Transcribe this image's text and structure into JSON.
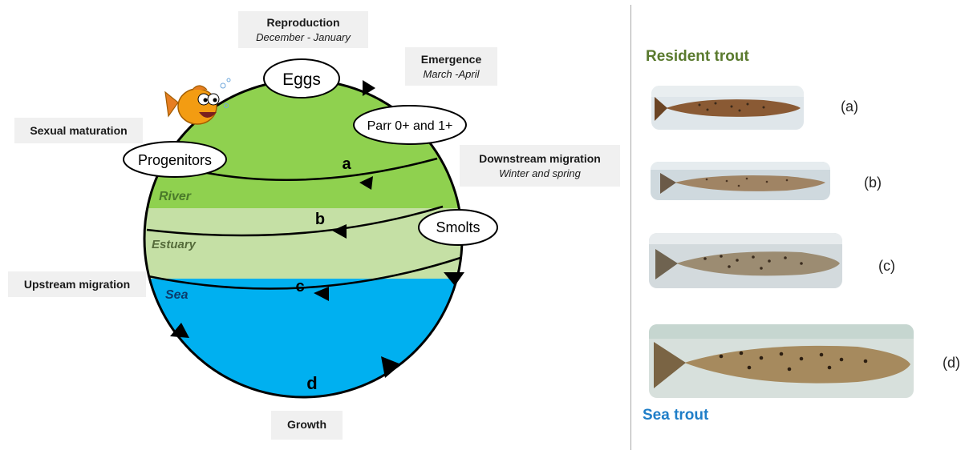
{
  "labels": {
    "reproduction": {
      "title": "Reproduction",
      "sub": "December - January"
    },
    "emergence": {
      "title": "Emergence",
      "sub": "March -April"
    },
    "sexual_maturation": {
      "title": "Sexual maturation"
    },
    "downstream": {
      "title": "Downstream migration",
      "sub": "Winter and spring"
    },
    "upstream": {
      "title": "Upstream migration"
    },
    "growth": {
      "title": "Growth"
    }
  },
  "stages": {
    "eggs": "Eggs",
    "parr": "Parr 0+ and 1+",
    "progenitors": "Progenitors",
    "smolts": "Smolts"
  },
  "zones": {
    "river": "River",
    "estuary": "Estuary",
    "sea": "Sea"
  },
  "paths": {
    "a": "a",
    "b": "b",
    "c": "c",
    "d": "d"
  },
  "right_panel": {
    "resident_title": "Resident trout",
    "sea_title": "Sea trout",
    "photos": [
      {
        "letter": "(a)"
      },
      {
        "letter": "(b)"
      },
      {
        "letter": "(c)"
      },
      {
        "letter": "(d)"
      }
    ]
  },
  "colors": {
    "river": "#8fd14f",
    "estuary": "#c5e0a5",
    "sea": "#00b0f0",
    "resident_title": "#5a7a2e",
    "sea_title": "#1f7ec8",
    "zone_label_river": "#4a7a2a",
    "zone_label_estuary": "#556b3a",
    "zone_label_sea": "#0b3b6b"
  }
}
